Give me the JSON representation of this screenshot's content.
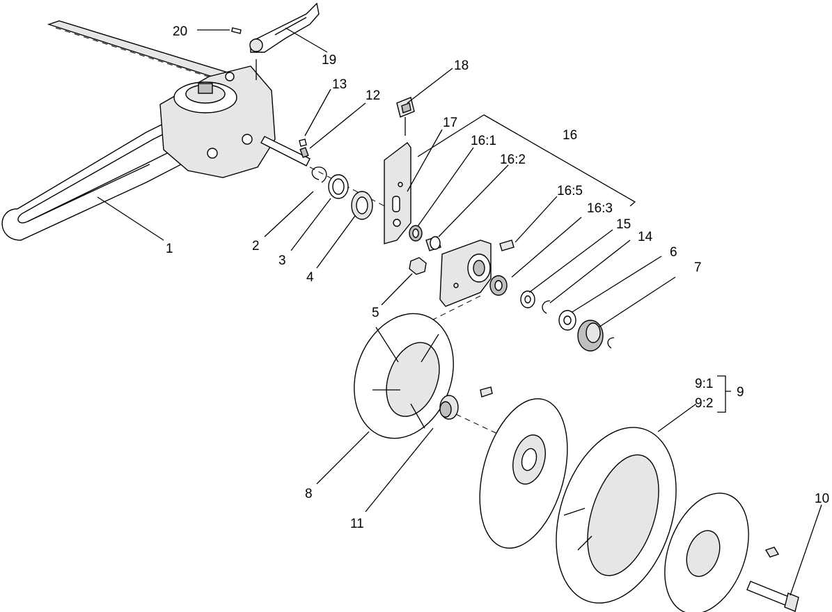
{
  "callouts": {
    "c1": "1",
    "c2": "2",
    "c3": "3",
    "c4": "4",
    "c5": "5",
    "c6": "6",
    "c7": "7",
    "c8": "8",
    "c9": "9",
    "c9_1": "9:1",
    "c9_2": "9:2",
    "c10": "10",
    "c11": "11",
    "c12": "12",
    "c13": "13",
    "c14": "14",
    "c15": "15",
    "c16": "16",
    "c16_1": "16:1",
    "c16_2": "16:2",
    "c16_3": "16:3",
    "c16_5": "16:5",
    "c17": "17",
    "c18": "18",
    "c19": "19",
    "c20": "20"
  }
}
